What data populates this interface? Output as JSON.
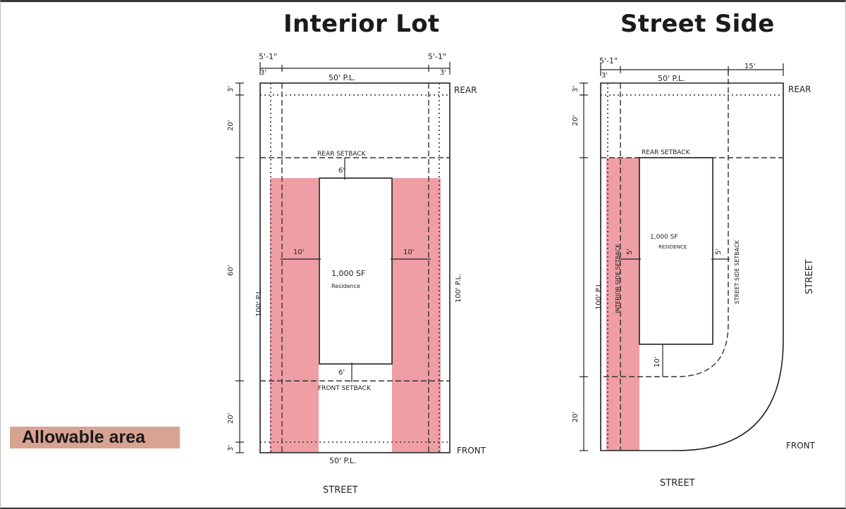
{
  "titles": {
    "interior": "Interior Lot",
    "street_side": "Street Side"
  },
  "legend": {
    "label": "Allowable area",
    "color": "#d9a394"
  },
  "highlight_color": "#ee9ea4",
  "interior": {
    "top_left_dim": "5'-1\"",
    "top_right_dim": "5'-1\"",
    "small_left_dim": "3'",
    "small_right_dim": "3'",
    "top_pl": "50' P.L.",
    "bottom_pl": "50' P.L.",
    "rear": "REAR",
    "front": "FRONT",
    "street": "STREET",
    "rear_setback": "REAR SETBACK",
    "front_setback": "FRONT SETBACK",
    "residence_line1": "1,000 SF",
    "residence_line2": "Residence",
    "left_gap": "10'",
    "right_gap": "10'",
    "top_gap": "6'",
    "bottom_gap": "6'",
    "dim_top_3": "3'",
    "dim_20_top": "20'",
    "dim_60": "60'",
    "dim_20_bottom": "20'",
    "dim_bottom_3": "3'",
    "left_pl": "100' P.L.",
    "right_pl": "100' P.L."
  },
  "street_side": {
    "top_left_dim": "5'-1\"",
    "small_left_dim": "3'",
    "top_pl": "50' P.L.",
    "right_dim": "15'",
    "rear": "REAR",
    "front": "FRONT",
    "street_bottom": "STREET",
    "street_right": "STREET",
    "rear_setback": "REAR SETBACK",
    "interior_side_setback": "INTERIOR SIDE SETBACK",
    "street_side_setback": "STREET SIDE SETBACK",
    "residence_line1": "1,000 SF",
    "residence_line2": "RESIDENCE",
    "left_gap": "5'",
    "right_gap": "5'",
    "bottom_gap": "10'",
    "dim_top_3": "3'",
    "dim_20_top": "20'",
    "dim_20_bottom": "20'",
    "left_pl": "100' P.L."
  }
}
